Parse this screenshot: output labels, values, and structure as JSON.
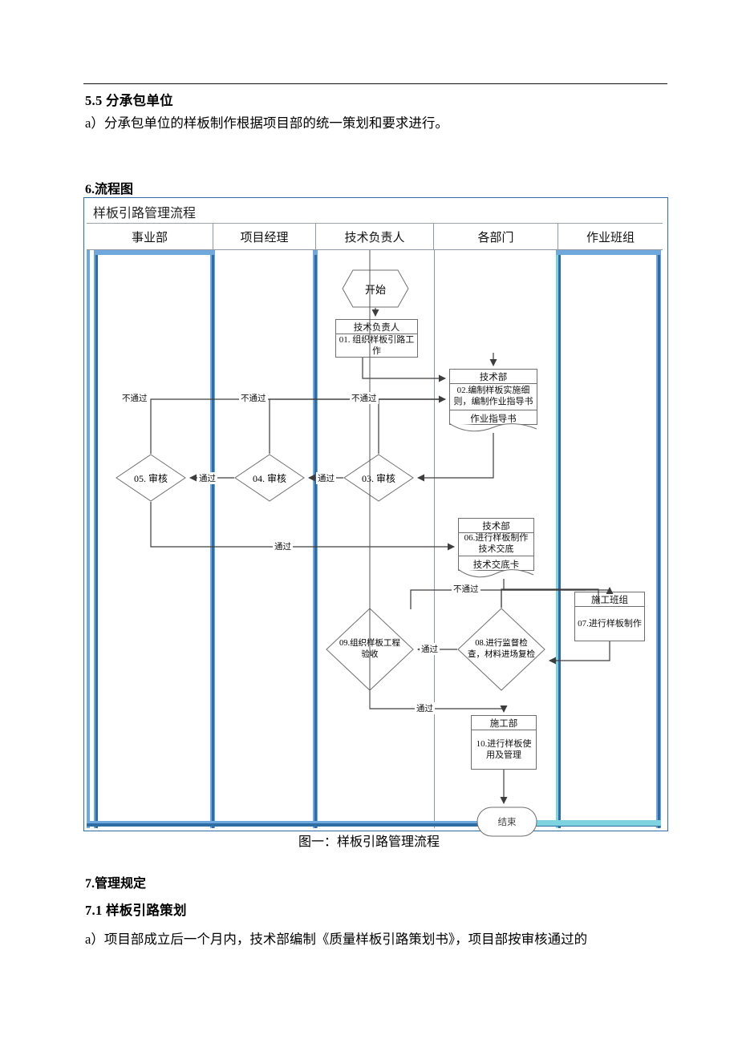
{
  "document": {
    "section_5_5_heading": "5.5   分承包单位",
    "section_5_5_body": "a）分承包单位的样板制作根据项目部的统一策划和要求进行。",
    "section_6_heading": "6.流程图",
    "figure_caption": "图一：样板引路管理流程",
    "section_7_heading": "7.管理规定",
    "section_7_1_heading": "7.1   样板引路策划",
    "section_7_1_body": "a）项目部成立后一个月内，技术部编制《质量样板引路策划书》，项目部按审核通过的"
  },
  "flowchart": {
    "title": "样板引路管理流程",
    "accent_color": "#2E6DA4",
    "lanes": [
      {
        "label": "事业部"
      },
      {
        "label": "项目经理"
      },
      {
        "label": "技术负责人"
      },
      {
        "label": "各部门"
      },
      {
        "label": "作业班组"
      }
    ],
    "nodes": [
      {
        "id": "start",
        "type": "hexagon",
        "lane": "技术负责人",
        "text": "开始"
      },
      {
        "id": "n01",
        "type": "process",
        "lane": "技术负责人",
        "header": "技术负责人",
        "body": "01. 组织样板引路工作"
      },
      {
        "id": "n02",
        "type": "document",
        "lane": "各部门",
        "header": "技术部",
        "body": "02.编制样板实施细则，编制作业指导书",
        "doc": "作业指导书"
      },
      {
        "id": "n03",
        "type": "decision",
        "lane": "技术负责人",
        "text": "03. 审核"
      },
      {
        "id": "n04",
        "type": "decision",
        "lane": "项目经理",
        "text": "04. 审核"
      },
      {
        "id": "n05",
        "type": "decision",
        "lane": "事业部",
        "text": "05. 审核"
      },
      {
        "id": "n06",
        "type": "document",
        "lane": "各部门",
        "header": "技术部",
        "body": "06.进行样板制作技术交底",
        "doc": "技术交底卡"
      },
      {
        "id": "n07",
        "type": "process",
        "lane": "作业班组",
        "header": "施工班组",
        "body": "07.进行样板制作"
      },
      {
        "id": "n08",
        "type": "decision",
        "lane": "各部门",
        "text": "08.进行监督检查，材料进场复检"
      },
      {
        "id": "n09",
        "type": "decision",
        "lane": "技术负责人",
        "text": "09.组织样板工程验收"
      },
      {
        "id": "n10",
        "type": "process",
        "lane": "各部门",
        "header": "施工部",
        "body": "10.进行样板使用及管理"
      },
      {
        "id": "end",
        "type": "terminator",
        "lane": "各部门",
        "text": "结束"
      }
    ],
    "edge_labels": {
      "fail": "不通过",
      "pass": "通过"
    },
    "edges": [
      {
        "from": "start",
        "to": "n01",
        "label": ""
      },
      {
        "from": "n01",
        "to": "n02",
        "label": ""
      },
      {
        "from": "n02",
        "to": "n03",
        "label": ""
      },
      {
        "from": "n03",
        "to": "n04",
        "label": "通过"
      },
      {
        "from": "n04",
        "to": "n05",
        "label": "通过"
      },
      {
        "from": "n03",
        "to": "n02",
        "label": "不通过"
      },
      {
        "from": "n04",
        "to": "n02",
        "label": "不通过"
      },
      {
        "from": "n05",
        "to": "n02",
        "label": "不通过"
      },
      {
        "from": "n05",
        "to": "n06",
        "label": "通过"
      },
      {
        "from": "n06",
        "to": "n07",
        "label": ""
      },
      {
        "from": "n07",
        "to": "n08",
        "label": ""
      },
      {
        "from": "n08",
        "to": "n09",
        "label": "通过"
      },
      {
        "from": "n08",
        "to": "n07",
        "label": "不通过"
      },
      {
        "from": "n09",
        "to": "n10",
        "label": "通过"
      },
      {
        "from": "n10",
        "to": "end",
        "label": ""
      }
    ]
  }
}
